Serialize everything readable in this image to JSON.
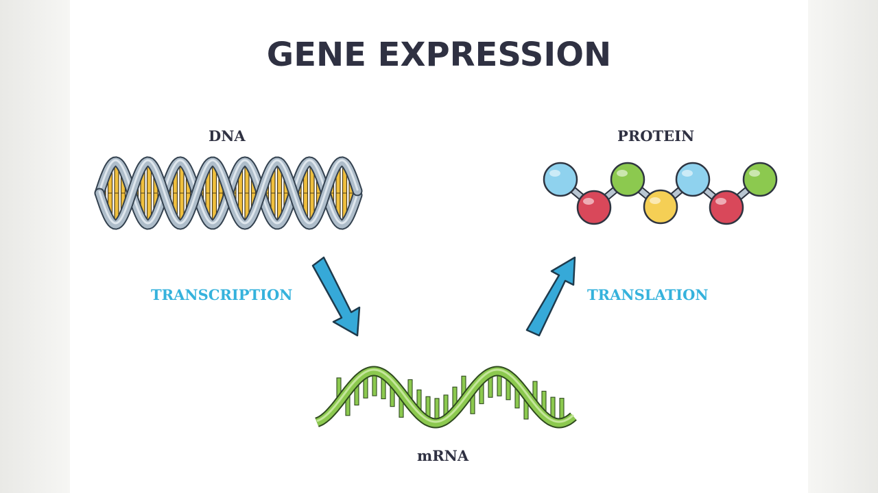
{
  "title": "GENE EXPRESSION",
  "nodes": {
    "dna": "DNA",
    "protein": "PROTEIN",
    "mrna": "mRNA"
  },
  "processes": {
    "transcription": "TRANSCRIPTION",
    "translation": "TRANSLATION"
  },
  "colors": {
    "title": "#2f3142",
    "process_text": "#35b2dc",
    "arrow": "#36a9d8",
    "dna_strand": "#aebdca",
    "dna_base": "#f0c03e",
    "mrna": "#8cc94f",
    "protein_blue": "#8fd2ee",
    "protein_green": "#8cc94f",
    "protein_red": "#d9485a",
    "protein_yellow": "#f5cf55"
  },
  "protein_beads": [
    "blue",
    "red",
    "green",
    "yellow",
    "blue",
    "red",
    "green"
  ]
}
